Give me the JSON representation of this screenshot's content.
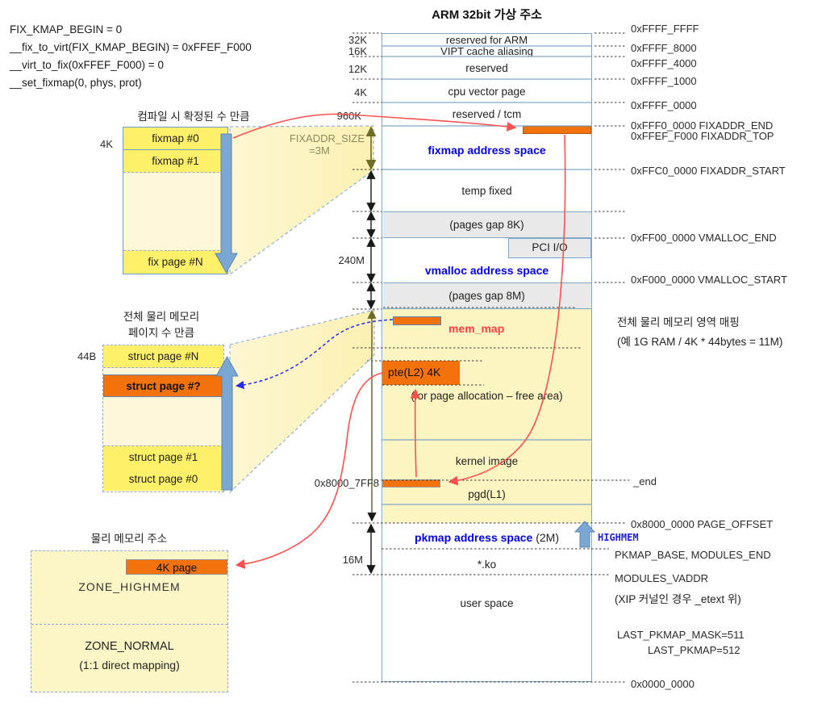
{
  "title": "ARM 32bit 가상 주소",
  "notes": {
    "l1": "FIX_KMAP_BEGIN = 0",
    "l2": "__fix_to_virt(FIX_KMAP_BEGIN) = 0xFFEF_F000",
    "l3": "__virt_to_fix(0xFFEF_F000) = 0",
    "l4": "__set_fixmap(0, phys, prot)"
  },
  "col": {
    "r_arm": "reserved for ARM",
    "vipt": "VIPT cache aliasing",
    "resv": "reserved",
    "cpu": "cpu vector page",
    "tcm": "reserved / tcm",
    "fixmap": "fixmap address space",
    "temp": "temp fixed",
    "gap8k": "(pages gap 8K)",
    "pci": "PCI I/O",
    "vmalloc": "vmalloc address space",
    "gap8m": "(pages gap 8M)",
    "memmap": "mem_map",
    "pte": "pte(L2) 4K",
    "free": "(for page allocation – free area)",
    "kimg": "kernel image",
    "pgd": "pgd(L1)",
    "pkmap": "pkmap address space",
    "pkmap2": " (2M)",
    "highmem": "HIGHMEM",
    "ko": "*.ko",
    "user": "user space"
  },
  "sizes": {
    "k32": "32K",
    "k16": "16K",
    "k12": "12K",
    "k4": "4K",
    "k960": "960K",
    "fs1": "FIXADDR_SIZE",
    "fs2": "=3M",
    "m240": "240M",
    "m16": "16M"
  },
  "addr": {
    "top": "0xFFFF_FFFF",
    "a8000": "0xFFFF_8000",
    "a4000": "0xFFFF_4000",
    "a1000": "0xFFFF_1000",
    "a0000": "0xFFFF_0000",
    "fend": "0xFFF0_0000 FIXADDR_END",
    "ftop": "0xFFEF_F000 FIXADDR_TOP",
    "fstart": "0xFFC0_0000 FIXADDR_START",
    "vend": "0xFF00_0000 VMALLOC_END",
    "vstart": "0xF000_0000 VMALLOC_START",
    "end": "_end",
    "poff": "0x8000_0000 PAGE_OFFSET",
    "pkbase": "PKMAP_BASE, MODULES_END",
    "mvaddr": "MODULES_VADDR",
    "xip": "(XIP 커널인 경우 _etext 위)",
    "mask": "LAST_PKMAP_MASK=511",
    "last": "LAST_PKMAP=512",
    "zero": "0x0000_0000",
    "s7ff8": "0x8000_7FF8"
  },
  "note": {
    "l1": "전체 물리 메모리 영역 매핑",
    "l2": "(예 1G RAM / 4K * 44bytes = 11M)"
  },
  "fixbox": {
    "title": "컴파일 시 확정된 수 만큼",
    "size": "4K",
    "r0": "fixmap #0",
    "r1": "fixmap #1",
    "rn": "fix page #N"
  },
  "structbox": {
    "t1": "전체 물리 메모리",
    "t2": "페이지 수 만큼",
    "size": "44B",
    "rn": "struct page #N",
    "rq": "struct page #?",
    "r1": "struct page #1",
    "r0": "struct page #0"
  },
  "physbox": {
    "title": "물리 메모리 주소",
    "page": "4K page",
    "zh": "ZONE_HIGHMEM",
    "zn": "ZONE_NORMAL",
    "zn2": "(1:1 direct mapping)"
  },
  "colors": {
    "orange": "#F4720B",
    "bright_yellow": "#FEF169",
    "pale_yellow": "#FCF5C2",
    "gray": "#E9E9E9",
    "line_blue": "#7DA7C9",
    "label_blue": "#0000E6",
    "red": "#FF4040",
    "arrow_blue": "#7BA7D4"
  }
}
